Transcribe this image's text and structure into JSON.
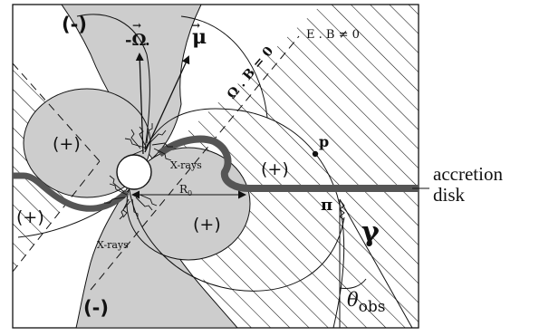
{
  "diagram": {
    "labels": {
      "minus_top": "(-)",
      "minus_bottom": "(-)",
      "plus_left": "(+)",
      "plus_lower_left": "(+)",
      "plus_center": "(+)",
      "plus_right": "(+)",
      "neg_omega": "-Ω",
      "mu": "μ",
      "omega_dot_b": "Ω . B = 0",
      "e_dot_b": "E . B ≠ 0",
      "xrays_upper": "X-rays",
      "xrays_lower": "X-rays",
      "r0": "R",
      "r0_sub": "0",
      "p": "p",
      "pi": "π",
      "gamma": "γ",
      "theta": "θ",
      "theta_sub": "obs",
      "accretion": "accretion",
      "disk": "disk"
    },
    "colors": {
      "shade": "#cdcdcd",
      "disk": "#555555",
      "ink": "#111111"
    }
  }
}
